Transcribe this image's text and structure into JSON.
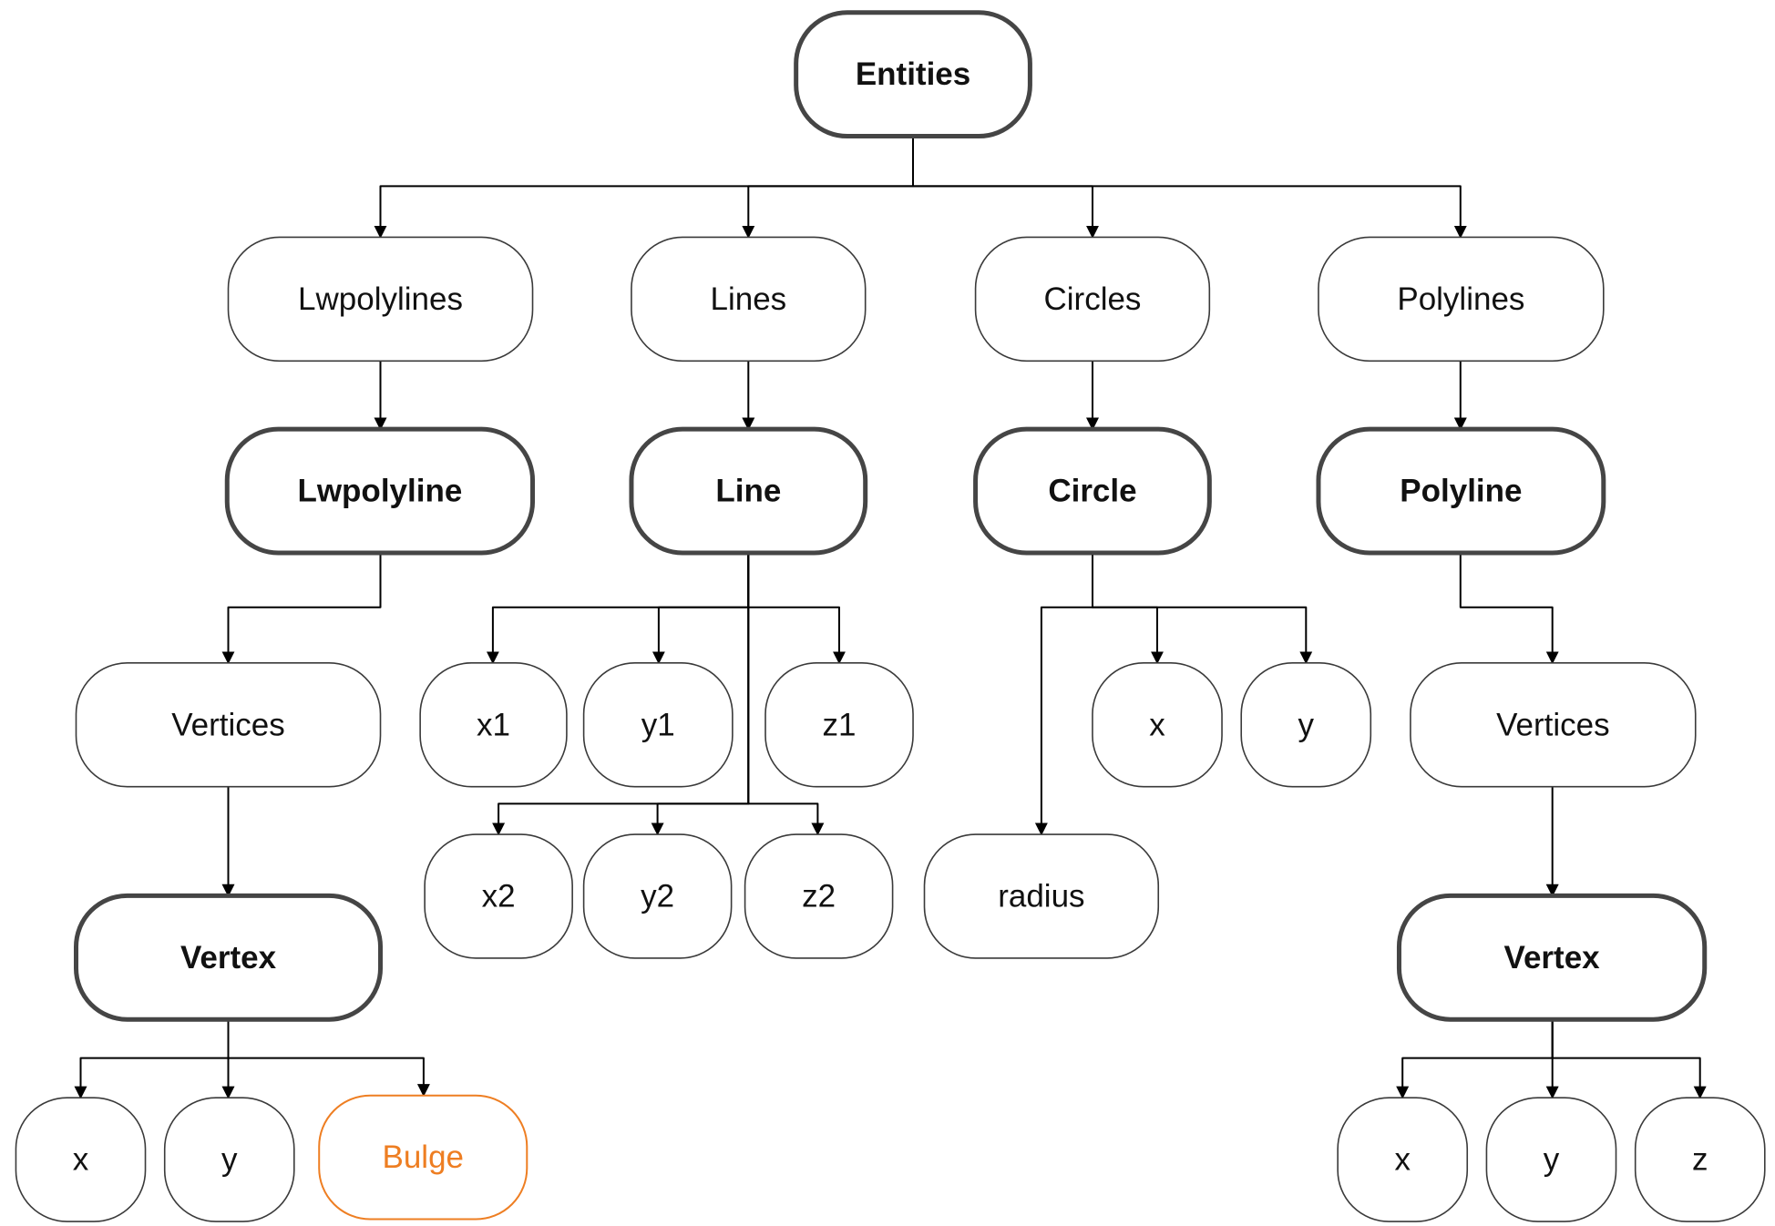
{
  "nodes": {
    "entities": "Entities",
    "lwpolylines": "Lwpolylines",
    "lines": "Lines",
    "circles": "Circles",
    "polylines": "Polylines",
    "lwpolyline": "Lwpolyline",
    "line": "Line",
    "circle": "Circle",
    "polyline": "Polyline",
    "lw_vertices": "Vertices",
    "x1": "x1",
    "y1": "y1",
    "z1": "z1",
    "x2": "x2",
    "y2": "y2",
    "z2": "z2",
    "circle_x": "x",
    "circle_y": "y",
    "radius": "radius",
    "pl_vertices": "Vertices",
    "lw_vertex": "Vertex",
    "pl_vertex": "Vertex",
    "lw_x": "x",
    "lw_y": "y",
    "bulge": "Bulge",
    "pl_x": "x",
    "pl_y": "y",
    "pl_z": "z"
  },
  "colors": {
    "highlight": "#ee7e22",
    "border_bold": "#454545",
    "border_normal": "#3a3a3a"
  }
}
